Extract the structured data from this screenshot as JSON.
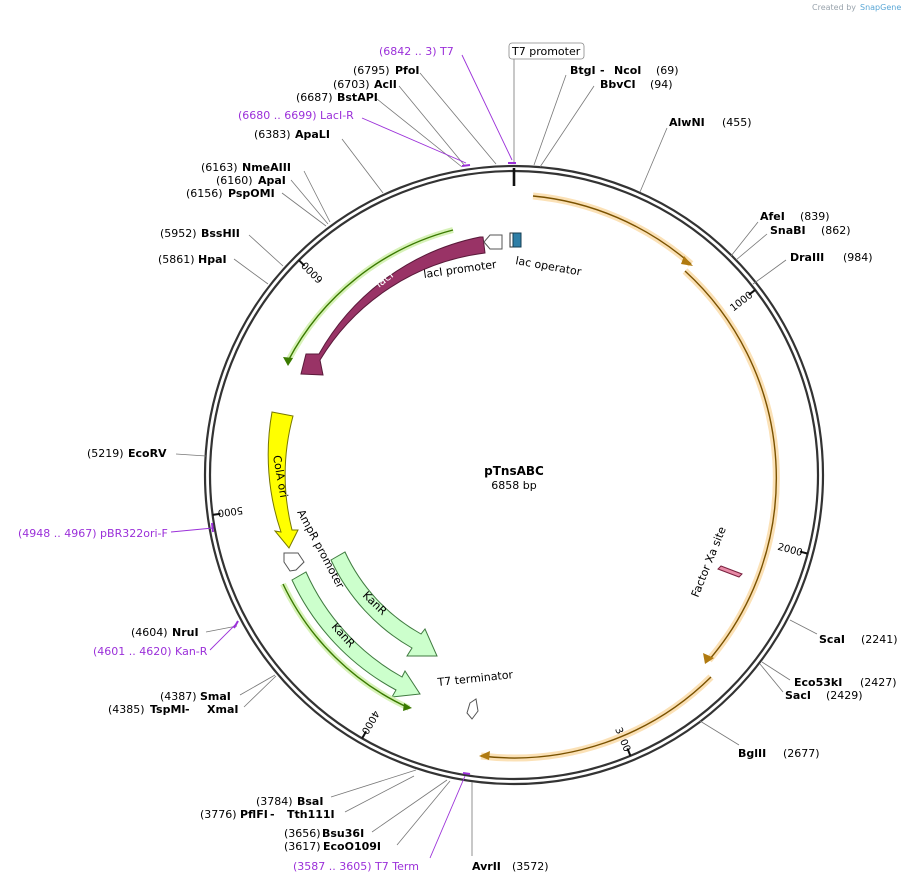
{
  "credit": {
    "text": "Created by",
    "brand": "SnapGene"
  },
  "plasmid": {
    "name": "pTnsABC",
    "length_label": "6858 bp",
    "length": 6858
  },
  "ticks": [
    {
      "bp": 1000,
      "label": "1000"
    },
    {
      "bp": 2000,
      "label": "2000"
    },
    {
      "bp": 3000,
      "label": "3000"
    },
    {
      "bp": 4000,
      "label": "4000"
    },
    {
      "bp": 5000,
      "label": "5000"
    },
    {
      "bp": 6000,
      "label": "6000"
    }
  ],
  "sites": [
    {
      "id": "btgi",
      "pos": "(69)",
      "name": "BtgI",
      "name2": "NcoI",
      "joiner": " - ",
      "bp": 69
    },
    {
      "id": "bbvci",
      "pos": "(94)",
      "name": "BbvCI",
      "bp": 94
    },
    {
      "id": "alwni",
      "pos": "(455)",
      "name": "AlwNI",
      "bp": 455
    },
    {
      "id": "afei",
      "pos": "(839)",
      "name": "AfeI",
      "bp": 839
    },
    {
      "id": "snabi",
      "pos": "(862)",
      "name": "SnaBI",
      "bp": 862
    },
    {
      "id": "draiii",
      "pos": "(984)",
      "name": "DraIII",
      "bp": 984
    },
    {
      "id": "scai",
      "pos": "(2241)",
      "name": "ScaI",
      "bp": 2241
    },
    {
      "id": "eco53ki",
      "pos": "(2427)",
      "name": "Eco53kI",
      "bp": 2427
    },
    {
      "id": "saci",
      "pos": "(2429)",
      "name": "SacI",
      "bp": 2429
    },
    {
      "id": "bglii",
      "pos": "(2677)",
      "name": "BglII",
      "bp": 2677
    },
    {
      "id": "avrii",
      "pos": "(3572)",
      "name": "AvrII",
      "bp": 3572
    },
    {
      "id": "ecoo109i",
      "pos": "(3617)",
      "name": "EcoO109I",
      "bp": 3617
    },
    {
      "id": "bsu36i",
      "pos": "(3656)",
      "name": "Bsu36I",
      "bp": 3656
    },
    {
      "id": "pflfi",
      "pos": "(3776)",
      "name": "PflFI",
      "name2": "Tth111I",
      "joiner": " - ",
      "bp": 3776
    },
    {
      "id": "bsai",
      "pos": "(3784)",
      "name": "BsaI",
      "bp": 3784
    },
    {
      "id": "tspmi",
      "pos": "(4385)",
      "name": "TspMI",
      "name2": "XmaI",
      "joiner": " - ",
      "bp": 4385
    },
    {
      "id": "smai",
      "pos": "(4387)",
      "name": "SmaI",
      "bp": 4387
    },
    {
      "id": "nrui",
      "pos": "(4604)",
      "name": "NruI",
      "bp": 4604
    },
    {
      "id": "ecorv",
      "pos": "(5219)",
      "name": "EcoRV",
      "bp": 5219
    },
    {
      "id": "hpai",
      "pos": "(5861)",
      "name": "HpaI",
      "bp": 5861
    },
    {
      "id": "bsshii",
      "pos": "(5952)",
      "name": "BssHII",
      "bp": 5952
    },
    {
      "id": "pspomi",
      "pos": "(6156)",
      "name": "PspOMI",
      "bp": 6156
    },
    {
      "id": "apai",
      "pos": "(6160)",
      "name": "ApaI",
      "bp": 6160
    },
    {
      "id": "nmeaiii",
      "pos": "(6163)",
      "name": "NmeAIII",
      "bp": 6163
    },
    {
      "id": "apali",
      "pos": "(6383)",
      "name": "ApaLI",
      "bp": 6383
    },
    {
      "id": "bstapi",
      "pos": "(6687)",
      "name": "BstAPI",
      "bp": 6687
    },
    {
      "id": "acli",
      "pos": "(6703)",
      "name": "AclI",
      "bp": 6703
    },
    {
      "id": "pfoi",
      "pos": "(6795)",
      "name": "PfoI",
      "bp": 6795
    }
  ],
  "primers": [
    {
      "id": "t7",
      "label": "(6842 .. 3)  T7",
      "bp": 6855
    },
    {
      "id": "laci-r",
      "label": "(6680 .. 6699)  LacI-R",
      "bp": 6690
    },
    {
      "id": "pbr322ori-f",
      "label": "(4948 .. 4967)  pBR322ori-F",
      "bp": 4958
    },
    {
      "id": "kan-r",
      "label": "(4601 .. 4620)  Kan-R",
      "bp": 4610
    },
    {
      "id": "t7-term",
      "label": "(3587 .. 3605)  T7 Term",
      "bp": 3596
    }
  ],
  "features": {
    "t7_promoter": "T7 promoter",
    "lac_operator": "lac operator",
    "laci_promoter": "lacI promoter",
    "laci": "lacI",
    "cola_ori": "ColA ori",
    "ampr_promoter": "AmpR promoter",
    "kanr_inner": "KanR",
    "kanr_outer": "KanR",
    "t7_terminator": "T7 terminator",
    "factor_xa": "Factor Xa site"
  },
  "colors": {
    "backbone": "#333333",
    "laci": "#993366",
    "cola_ori": "#ffff00",
    "kanr": "#ccffcc",
    "orange_orf": "#f5b342",
    "primer": "#9b30d9",
    "lac_operator": "#2e7ea6"
  }
}
